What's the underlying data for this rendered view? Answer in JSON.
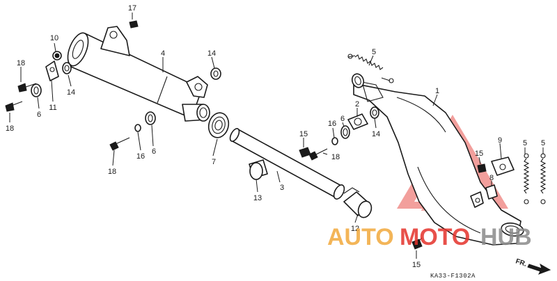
{
  "diagram_code": "KA33-F1302A",
  "direction_label": "FR.",
  "watermark": {
    "auto": "AUTO",
    "moto": "MOTO",
    "hub": "HUB",
    "color_orange": "#f2a93b",
    "color_red": "#e4322b",
    "color_grey": "#8a8a8a"
  },
  "callouts": {
    "c1": "1",
    "c2": "2",
    "c3": "3",
    "c4": "4",
    "c5a": "5",
    "c5b": "5",
    "c5c": "5",
    "c6a": "6",
    "c6b": "6",
    "c6c": "6",
    "c7": "7",
    "c8": "8",
    "c9": "9",
    "c10": "10",
    "c11": "11",
    "c12": "12",
    "c13": "13",
    "c14a": "14",
    "c14b": "14",
    "c14c": "14",
    "c15a": "15",
    "c15b": "15",
    "c15c": "15",
    "c16a": "16",
    "c16b": "16",
    "c17": "17",
    "c18a": "18",
    "c18b": "18",
    "c18c": "18",
    "c18d": "18"
  }
}
